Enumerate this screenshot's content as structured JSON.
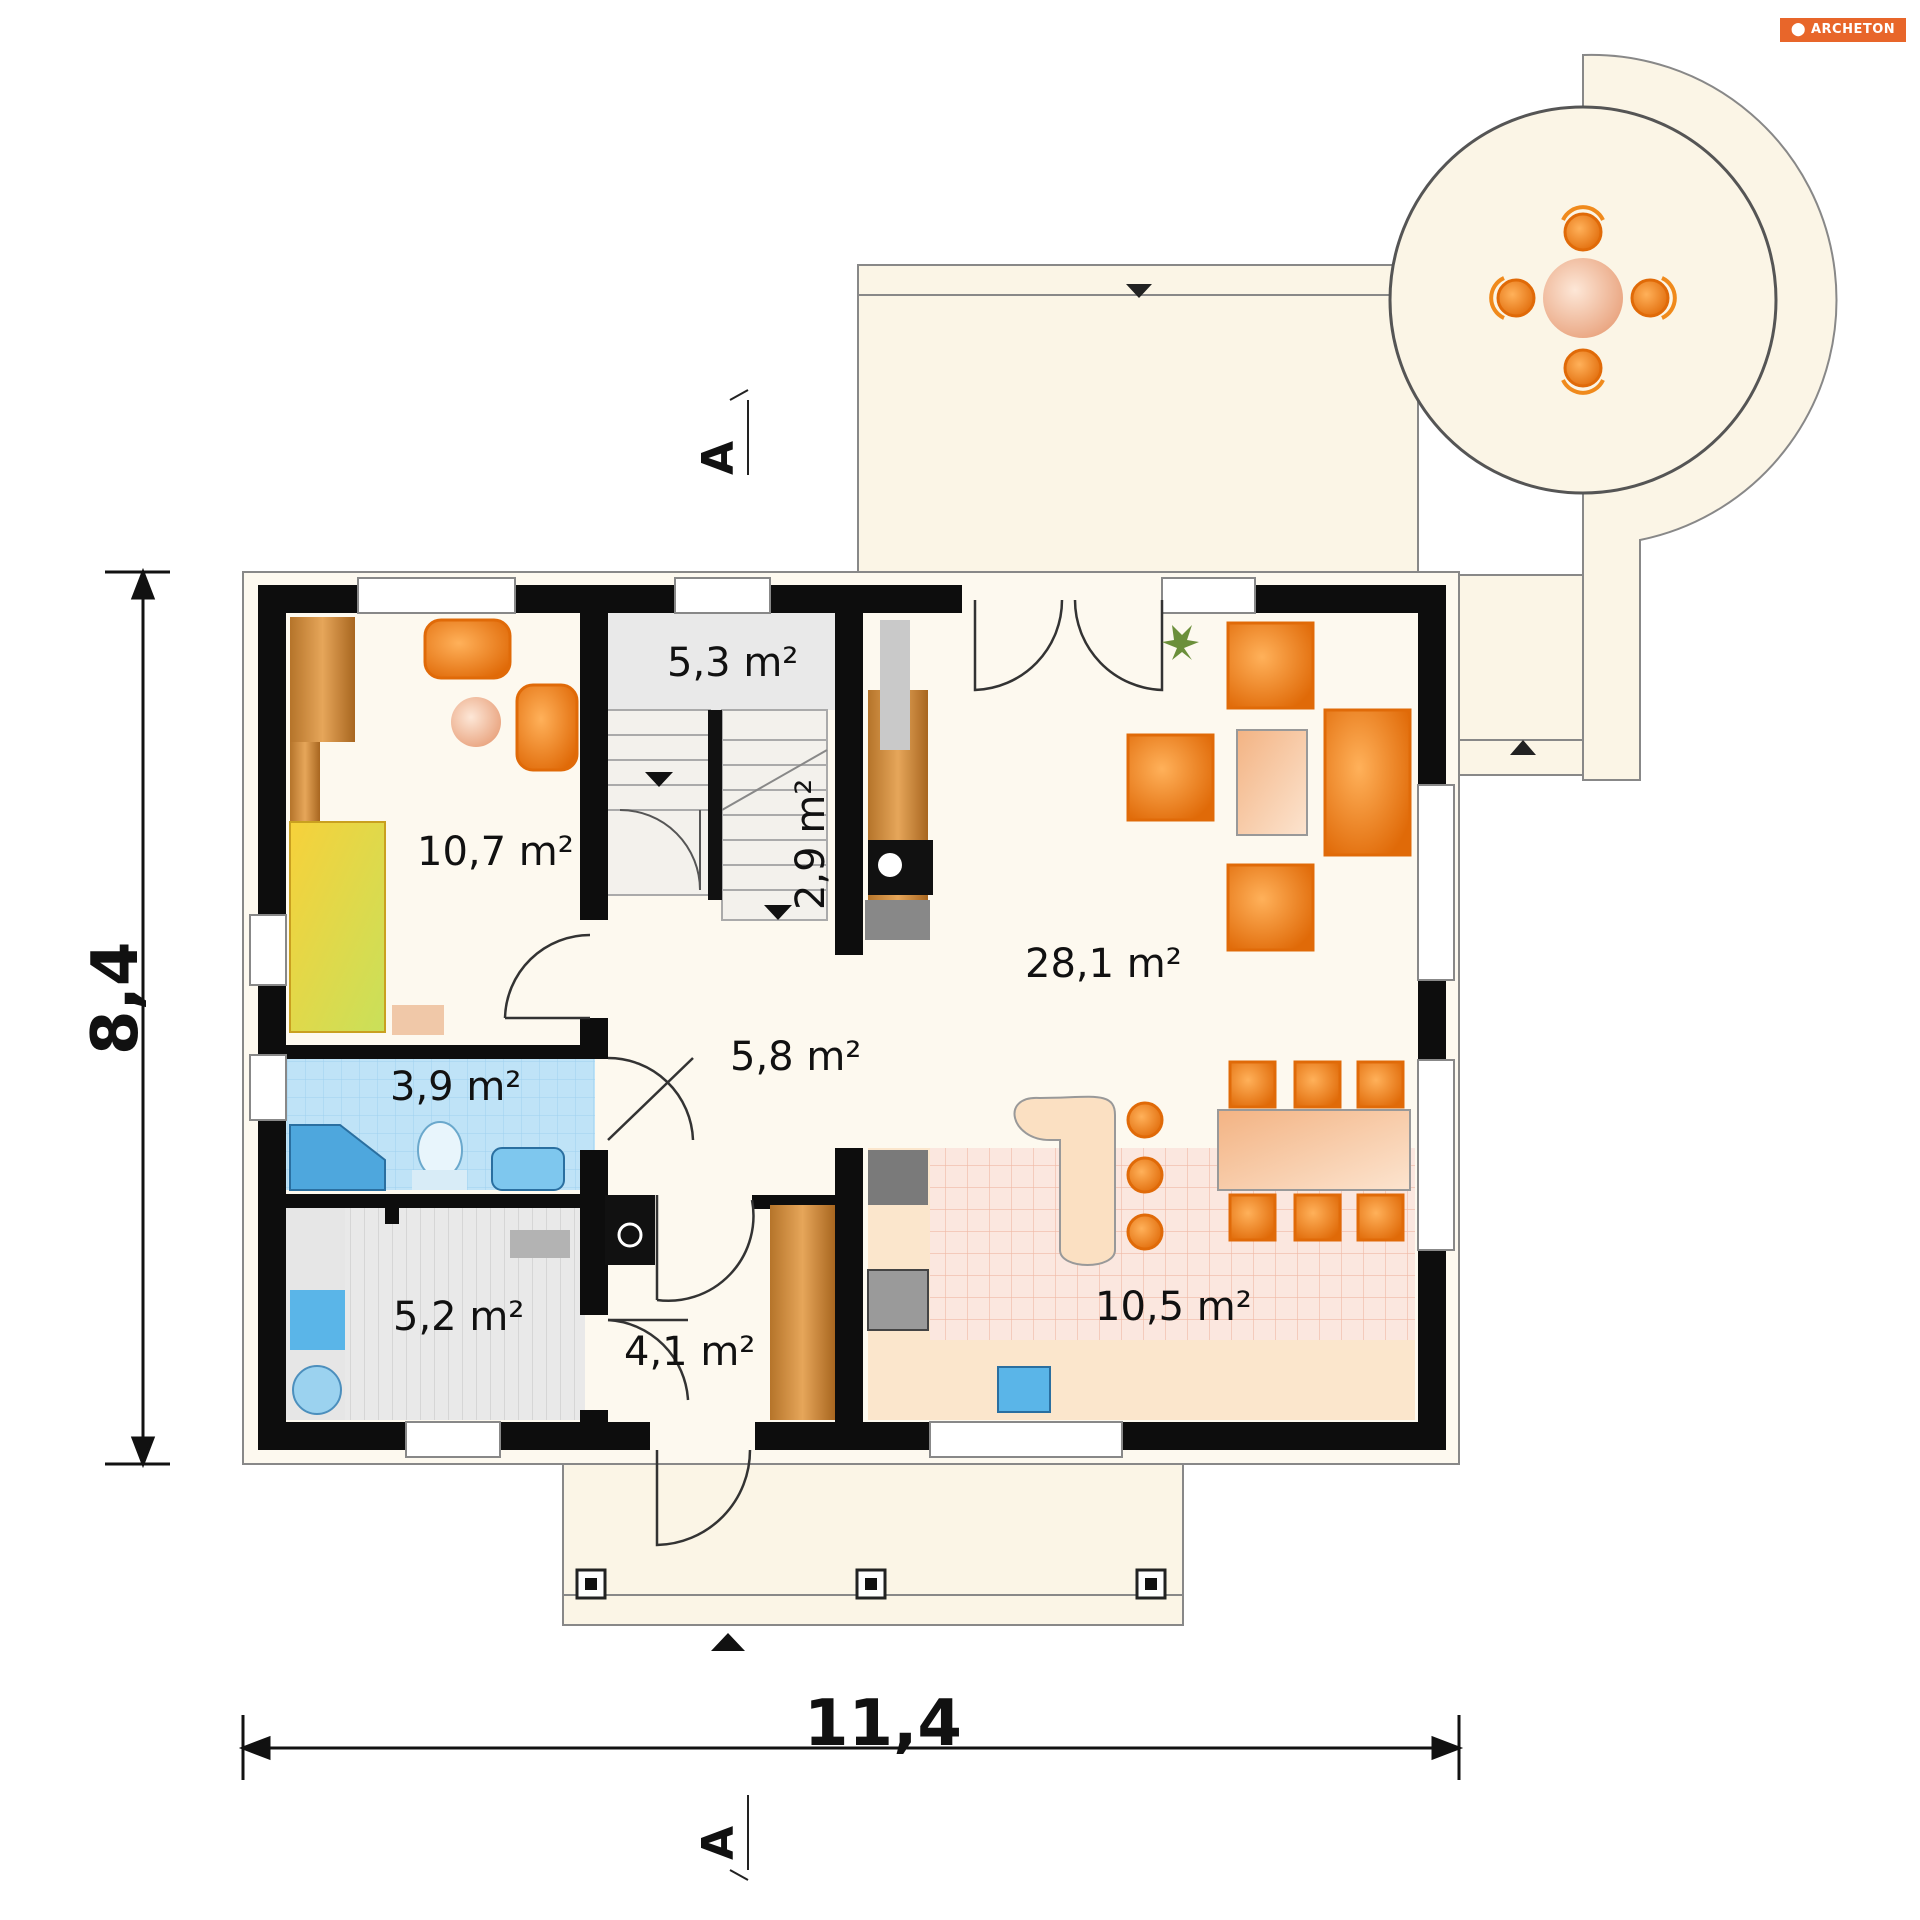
{
  "brand": {
    "logo_text": "ARCHETON",
    "color": "#e8662a"
  },
  "dimensions": {
    "width": "11,4",
    "height": "8,4"
  },
  "section_marker": "A",
  "rooms": [
    {
      "id": "bedroom",
      "area": "10,7 m²"
    },
    {
      "id": "stair-landing",
      "area": "5,3 m²"
    },
    {
      "id": "stair-small",
      "area": "2,9 m²"
    },
    {
      "id": "hall",
      "area": "5,8 m²"
    },
    {
      "id": "living-room",
      "area": "28,1 m²"
    },
    {
      "id": "bathroom",
      "area": "3,9 m²"
    },
    {
      "id": "utility-room",
      "area": "5,2 m²"
    },
    {
      "id": "entrance",
      "area": "4,1 m²"
    },
    {
      "id": "kitchen",
      "area": "10,5 m²"
    }
  ],
  "colors": {
    "wall": "#0d0d0d",
    "floor": "#fdf9ef",
    "terrace": "#fbf5e6",
    "furniture": "#f08a1c",
    "bath_tile": "#bfe3f7",
    "kitchen_tile": "#f7d7cf",
    "stairs": "#ececec",
    "wood": "#c88a3a"
  }
}
